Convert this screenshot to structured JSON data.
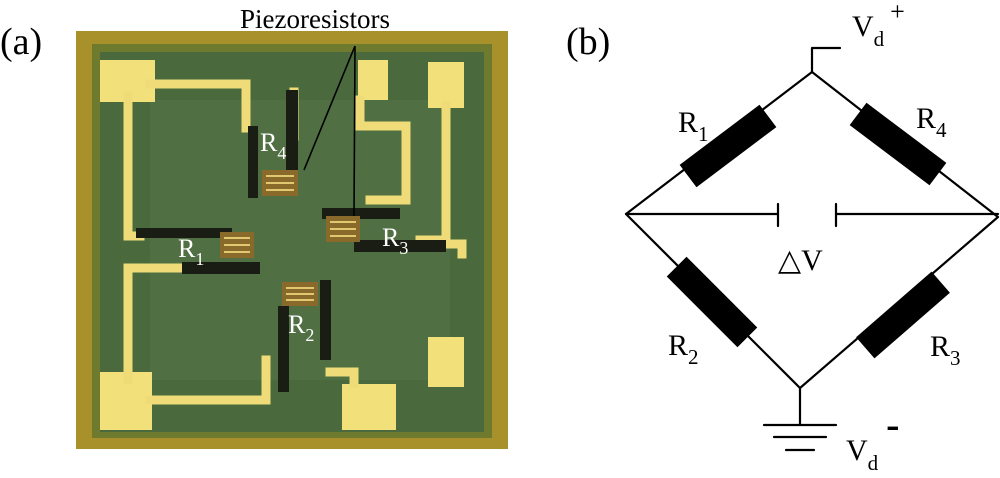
{
  "panel_a": {
    "tag": "(a)",
    "callout": "Piezoresistors",
    "labels": [
      {
        "base": "R",
        "sub": "4"
      },
      {
        "base": "R",
        "sub": "1"
      },
      {
        "base": "R",
        "sub": "3"
      },
      {
        "base": "R",
        "sub": "2"
      }
    ]
  },
  "panel_b": {
    "tag": "(b)",
    "supply_pos": {
      "base": "V",
      "sub": "d",
      "sup": "+"
    },
    "supply_neg": {
      "base": "V",
      "sub": "d",
      "sup": "-"
    },
    "output": "△V",
    "resistors": [
      {
        "base": "R",
        "sub": "1"
      },
      {
        "base": "R",
        "sub": "4"
      },
      {
        "base": "R",
        "sub": "2"
      },
      {
        "base": "R",
        "sub": "3"
      }
    ]
  },
  "colors": {
    "chip_frame": "#a8902a",
    "membrane": "#4a6a3e",
    "gold": "#f2e07a"
  }
}
